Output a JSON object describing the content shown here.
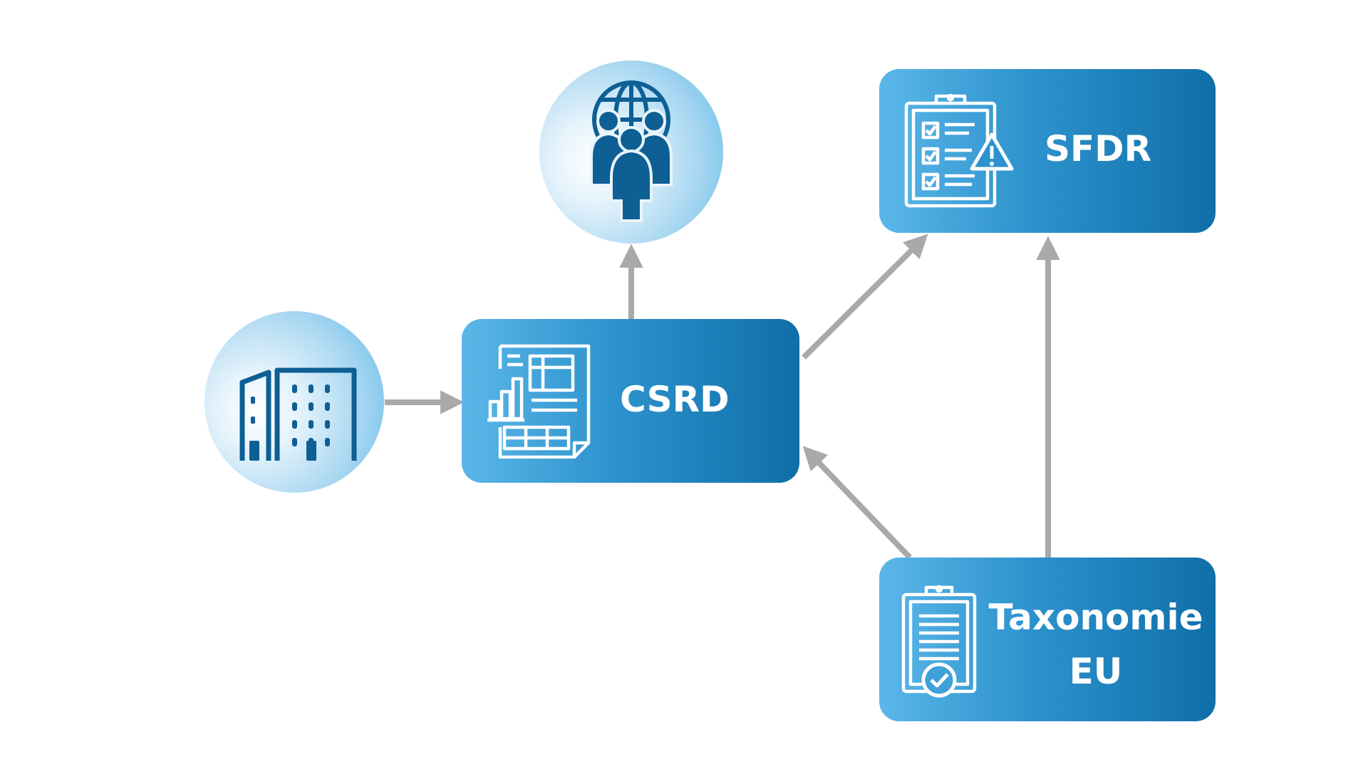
{
  "nodes": {
    "csrd": {
      "label": "CSRD",
      "icon": "report-chart-icon"
    },
    "sfdr": {
      "label": "SFDR",
      "icon": "checklist-warning-icon"
    },
    "taxonomie": {
      "label_line1": "Taxonomie",
      "label_line2": "EU",
      "icon": "clipboard-check-icon"
    },
    "company": {
      "icon": "buildings-icon"
    },
    "stakeholders": {
      "icon": "global-people-icon"
    }
  },
  "edges": [
    {
      "from": "company",
      "to": "csrd"
    },
    {
      "from": "csrd",
      "to": "stakeholders"
    },
    {
      "from": "csrd",
      "to": "sfdr"
    },
    {
      "from": "taxonomie",
      "to": "csrd"
    },
    {
      "from": "taxonomie",
      "to": "sfdr"
    }
  ],
  "colors": {
    "box_light": "#5bb7e8",
    "box_dark": "#0f6fa8",
    "icon_dark": "#0d5f94",
    "arrow": "#a9a9a9",
    "text": "#ffffff"
  }
}
